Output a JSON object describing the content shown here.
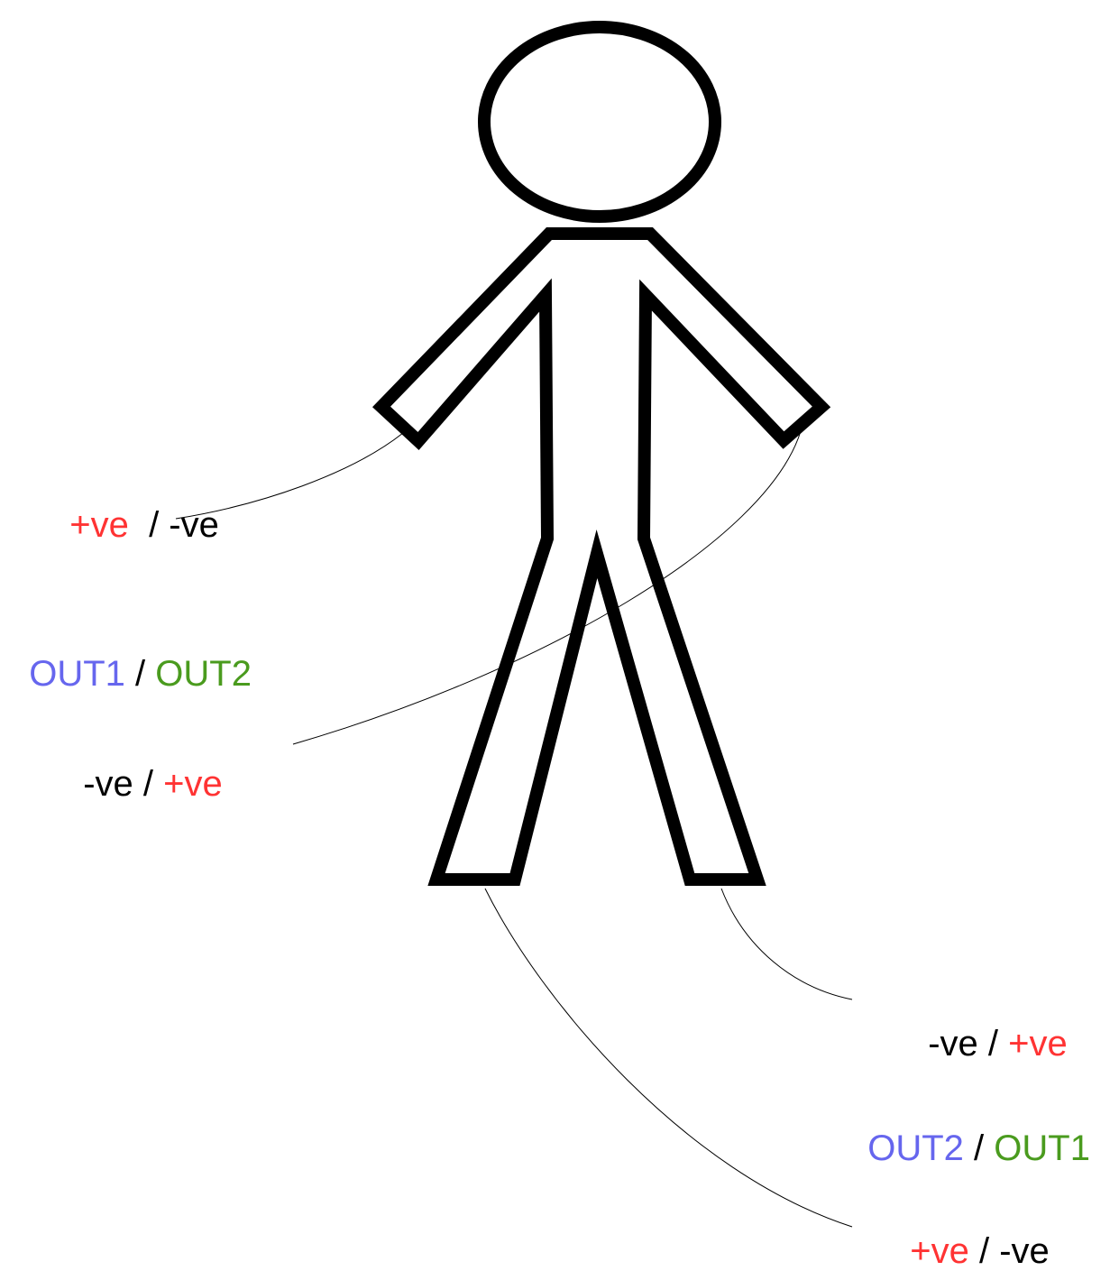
{
  "labels": {
    "left_arm": {
      "a": "+ve",
      "sep": "  / ",
      "b": "-ve"
    },
    "left_outputs": {
      "a": "OUT1",
      "sep": " / ",
      "b": "OUT2"
    },
    "right_arm": {
      "a": "-ve",
      "sep": " / ",
      "b": "+ve"
    },
    "right_foot": {
      "a": "-ve",
      "sep": " / ",
      "b": "+ve"
    },
    "right_outputs": {
      "a": "OUT2",
      "sep": " / ",
      "b": "OUT1"
    },
    "left_foot": {
      "a": "+ve",
      "sep": " / ",
      "b": "-ve"
    }
  },
  "colors": {
    "positive": "#ff3333",
    "negative": "#000000",
    "out1": "#6666ee",
    "out2": "#4a9b1e",
    "figure_stroke": "#000000"
  }
}
